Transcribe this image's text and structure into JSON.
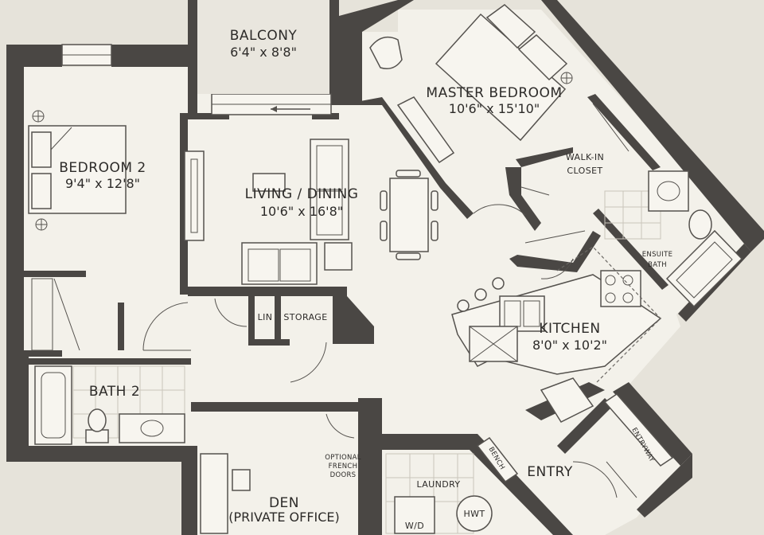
{
  "rooms": {
    "balcony": {
      "name": "BALCONY",
      "size": "6'4\" x 8'8\""
    },
    "master_bedroom": {
      "name": "MASTER BEDROOM",
      "size": "10'6\" x 15'10\""
    },
    "walk_in_closet": {
      "line1": "WALK-IN",
      "line2": "CLOSET"
    },
    "bedroom_2": {
      "name": "BEDROOM 2",
      "size": "9'4\" x 12'8\""
    },
    "living_dining": {
      "name": "LIVING / DINING",
      "size": "10'6\" x 16'8\""
    },
    "ensuite_bath": {
      "line1": "ENSUITE",
      "line2": "BATH"
    },
    "lin": {
      "name": "LIN"
    },
    "storage": {
      "name": "STORAGE"
    },
    "kitchen": {
      "name": "KITCHEN",
      "size": "8'0\" x 10'2\""
    },
    "bath_2": {
      "name": "BATH 2"
    },
    "den": {
      "name": "DEN",
      "subtitle": "(PRIVATE OFFICE)"
    },
    "french_doors": {
      "line1": "OPTIONAL",
      "line2": "FRENCH",
      "line3": "DOORS"
    },
    "laundry": {
      "name": "LAUNDRY"
    },
    "wd": {
      "name": "W/D"
    },
    "hwt": {
      "name": "HWT"
    },
    "bench": {
      "name": "BENCH"
    },
    "entry": {
      "name": "ENTRY"
    },
    "entryway": {
      "name": "ENTRYWAY"
    }
  }
}
